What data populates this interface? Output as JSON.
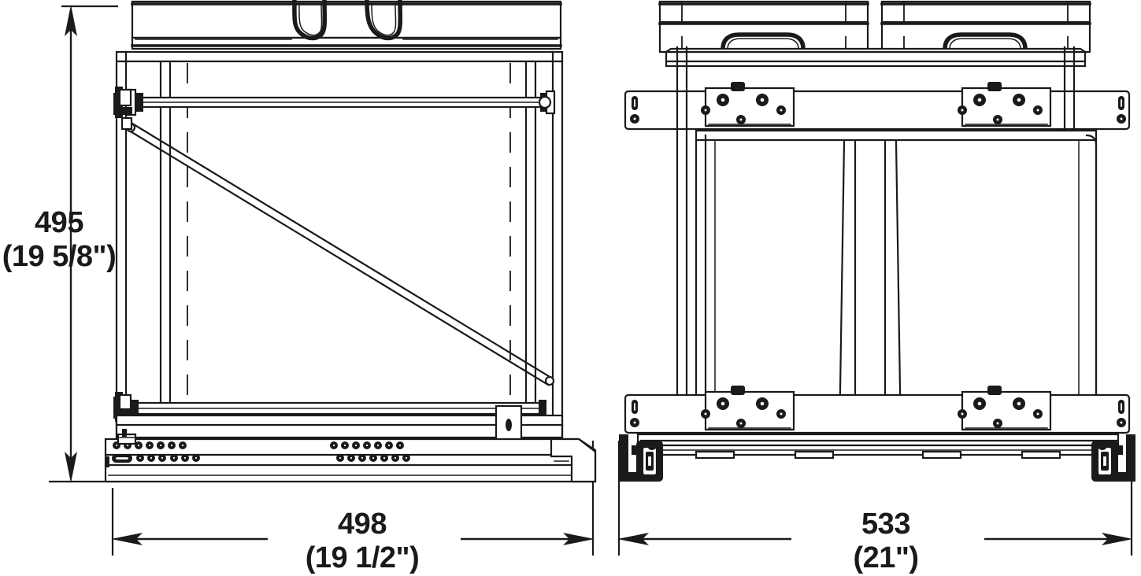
{
  "drawing": {
    "title": "Pull-out waste bin unit dimensioned drawing",
    "background_color": "#ffffff",
    "line_color": "#1a1a1a",
    "views": [
      {
        "name": "side-elevation-view",
        "description": "Side elevation of pull-out waste bin unit with diagonal brace, cross rod and full-extension slide"
      },
      {
        "name": "front-elevation-view",
        "description": "Front elevation showing two lidded waste bins, mounting rails and roller brackets"
      }
    ]
  },
  "dimensions": {
    "height": {
      "name": "overall-height",
      "value_mm": "495",
      "value_in": "(19 5/8\")",
      "orientation": "vertical"
    },
    "width_left": {
      "name": "side-view-depth",
      "value_mm": "498",
      "value_in": "(19 1/2\")",
      "orientation": "horizontal"
    },
    "width_right": {
      "name": "front-view-width",
      "value_mm": "533",
      "value_in": "(21\")",
      "orientation": "horizontal"
    }
  }
}
